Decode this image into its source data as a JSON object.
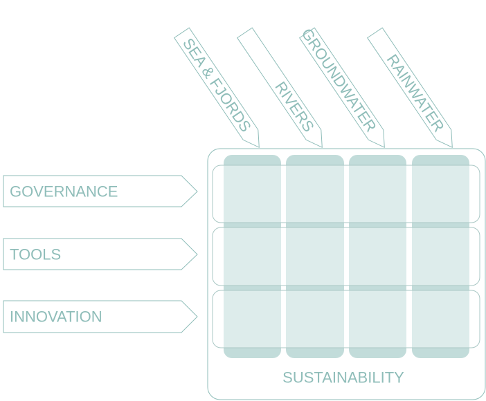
{
  "columns": [
    {
      "label": "SEA & FJORDS"
    },
    {
      "label": "RIVERS"
    },
    {
      "label": "GROUNDWATER"
    },
    {
      "label": "RAINWATER"
    }
  ],
  "rows": [
    {
      "label": "GOVERNANCE"
    },
    {
      "label": "TOOLS"
    },
    {
      "label": "INNOVATION"
    }
  ],
  "container": {
    "label": "SUSTAINABILITY"
  },
  "colors": {
    "outline": "#8fbdb9",
    "column_fill": "#c2dcda",
    "text": "#8fbdb9"
  }
}
